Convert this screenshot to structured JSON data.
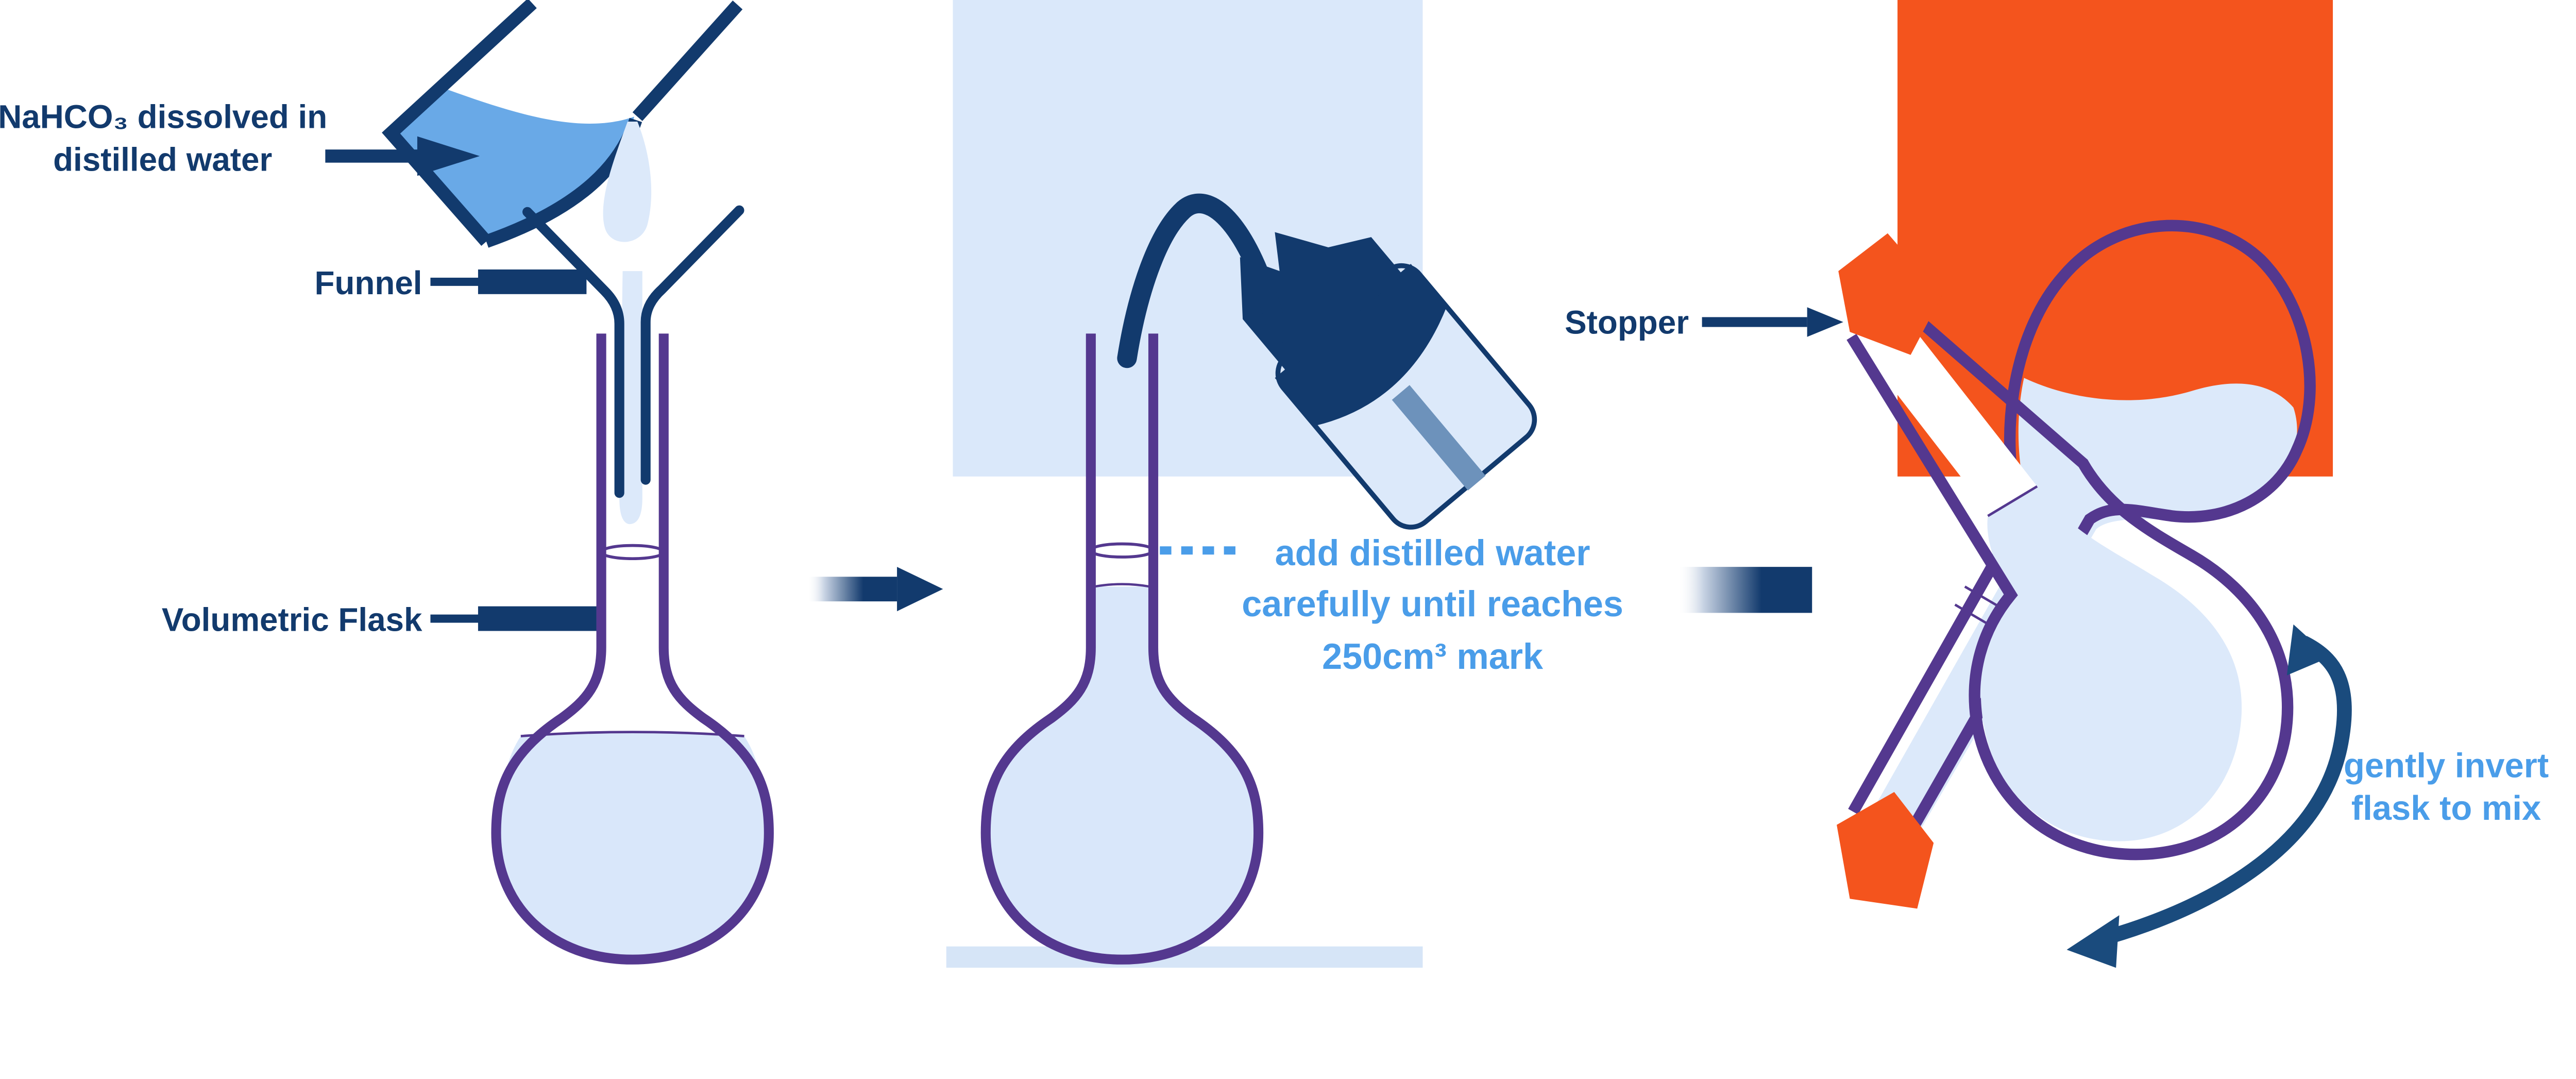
{
  "palette": {
    "navy": "#123A6D",
    "purple": "#54388F",
    "orange": "#F4541D",
    "glass": "#DCE9FA",
    "liquid": "#D9E7FA",
    "beakerBlue": "#69A9E7",
    "steel": "#6D92BB",
    "square": "#DAE8FA",
    "strip": "#D6E5F7",
    "txtBlue": "#4A9DE9",
    "arc": "#1A4B7D",
    "white": "#FFFFFF"
  },
  "stage1": {
    "beaker_label": {
      "line1": "NaHCO₃ dissolved in",
      "line2": "distilled water"
    },
    "funnel_label": "Funnel",
    "flask_label": "Volumetric Flask"
  },
  "stage2": {
    "note": {
      "line1": "add distilled water",
      "line2": "carefully until reaches",
      "line3": "250cm³ mark"
    }
  },
  "stage3": {
    "stopper_label": "Stopper",
    "note": {
      "line1": "gently invert",
      "line2": "flask to mix"
    }
  }
}
